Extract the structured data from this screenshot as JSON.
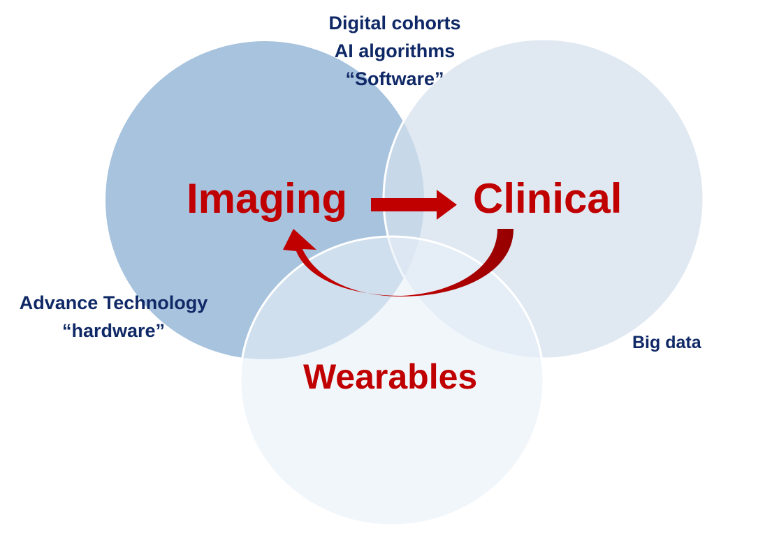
{
  "circles": {
    "imaging": {
      "label": "Imaging",
      "color": "#a7c3de"
    },
    "clinical": {
      "label": "Clinical",
      "color": "#d4e0ed"
    },
    "wearables": {
      "label": "Wearables",
      "color": "#e9f1f9"
    }
  },
  "annotations": {
    "software": [
      "Digital cohorts",
      "AI algorithms",
      "“Software”"
    ],
    "hardware": [
      "Advance Technology",
      "“hardware”"
    ],
    "big_data": "Big data"
  },
  "colors": {
    "text_dark": "#0f2866",
    "accent_red": "#c00000"
  }
}
